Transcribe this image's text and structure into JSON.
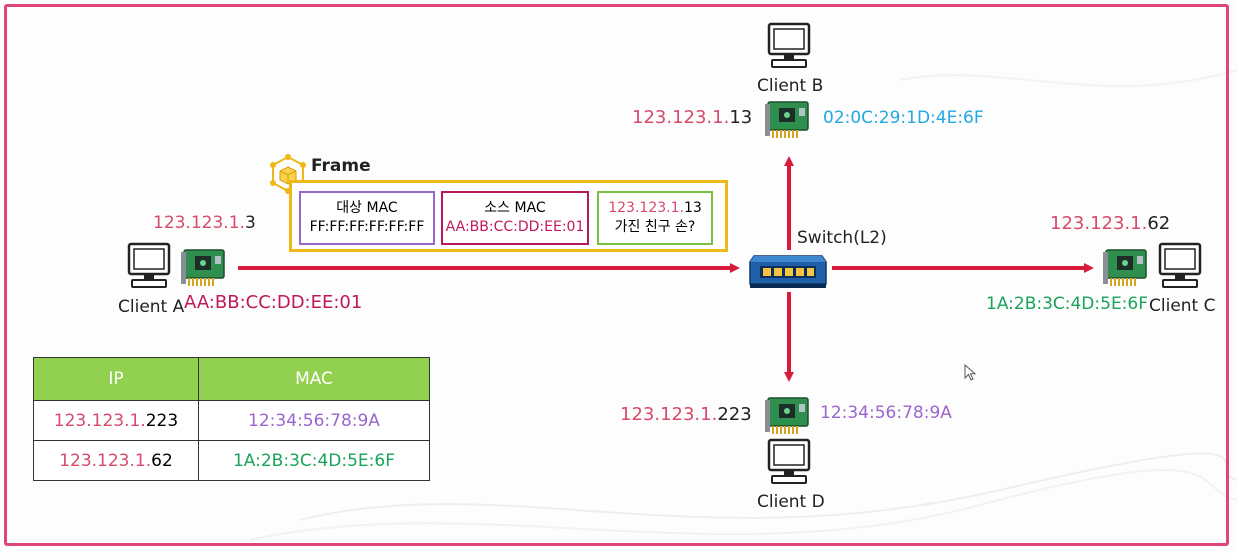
{
  "frame": {
    "title": "Frame",
    "dest": {
      "label": "대상 MAC",
      "value": "FF:FF:FF:FF:FF:FF"
    },
    "src": {
      "label": "소스 MAC",
      "value": "AA:BB:CC:DD:EE:01"
    },
    "query": {
      "ip_prefix": "123.123.1.",
      "ip_suffix": "13",
      "text": "가진 친구 손?"
    }
  },
  "switch": {
    "label": "Switch(L2)"
  },
  "clients": {
    "a": {
      "name": "Client A",
      "ip_prefix": "123.123.1.",
      "ip_suffix": "3",
      "mac": "AA:BB:CC:DD:EE:01"
    },
    "b": {
      "name": "Client B",
      "ip_prefix": "123.123.1.",
      "ip_suffix": "13",
      "mac": "02:0C:29:1D:4E:6F"
    },
    "c": {
      "name": "Client C",
      "ip_prefix": "123.123.1.",
      "ip_suffix": "62",
      "mac": "1A:2B:3C:4D:5E:6F"
    },
    "d": {
      "name": "Client D",
      "ip_prefix": "123.123.1.",
      "ip_suffix": "223",
      "mac": "12:34:56:78:9A"
    }
  },
  "table": {
    "headers": [
      "IP",
      "MAC"
    ],
    "rows": [
      {
        "ip_prefix": "123.123.1.",
        "ip_suffix": "223",
        "mac": "12:34:56:78:9A"
      },
      {
        "ip_prefix": "123.123.1.",
        "ip_suffix": "62",
        "mac": "1A:2B:3C:4D:5E:6F"
      }
    ]
  },
  "colors": {
    "border": "#e0467c",
    "arrow": "#d81b3c",
    "frame": "#f0b719",
    "table_header": "#92d050",
    "ip_prefix": "#d64a6b",
    "mac_a": "#c2185b",
    "mac_b": "#23a8e0",
    "mac_c": "#1aa35b",
    "mac_d": "#9966cc"
  },
  "icons": [
    "computer-icon",
    "network-card-icon",
    "switch-icon",
    "cube-icon",
    "cursor-icon"
  ]
}
